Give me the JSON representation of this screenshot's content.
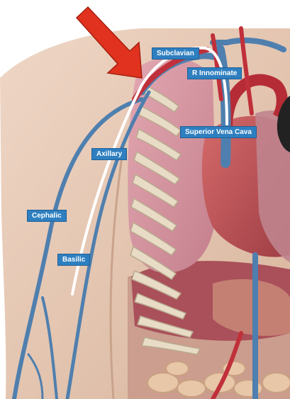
{
  "labels": {
    "subclavian": "Subclavian",
    "innominate": "R Innominate",
    "svc": "Superior Vena Cava",
    "axillary": "Axillary",
    "cephalic": "Cephalic",
    "basilic": "Basilic"
  },
  "colors": {
    "skin": "#e6c9b4",
    "lung": "#d99aa5",
    "rib": "#e8dcc6",
    "vein": "#4f7fae",
    "artery": "#c0303a",
    "catheter": "#ffffff",
    "arrow": "#e0321f",
    "label_bg": "#2e7fc0"
  },
  "icons": {
    "pointer": "red-arrow-icon"
  }
}
